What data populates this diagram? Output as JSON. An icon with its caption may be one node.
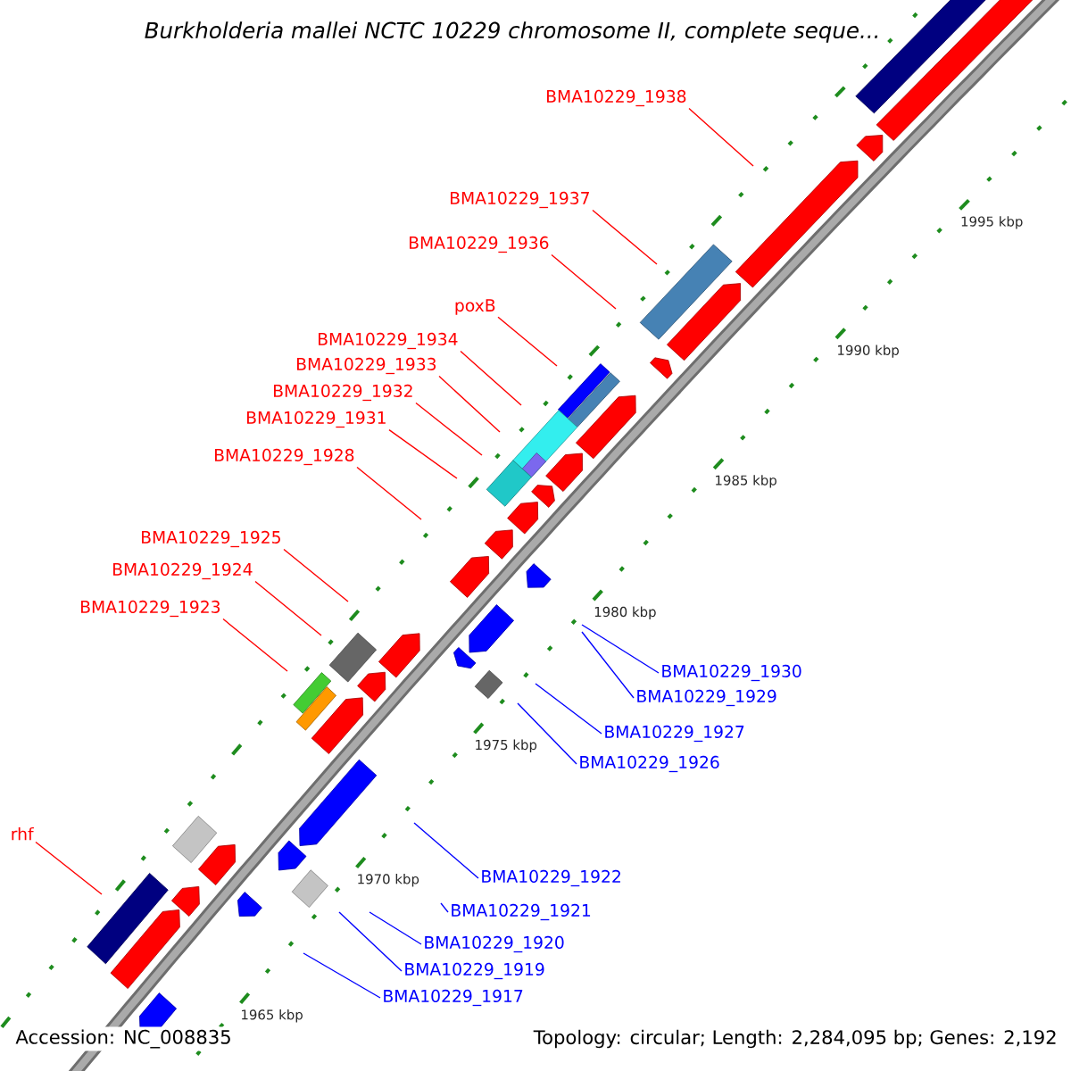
{
  "diagram": {
    "title": "Burkholderia mallei NCTC 10229 chromosome II, complete seque...",
    "nodes": [
      {
        "text": [
          "BMA10229_1938"
        ]
      },
      {
        "text": [
          "BMA10229_1937"
        ]
      },
      {
        "text": [
          "BMA10229_1936"
        ]
      },
      {
        "text": [
          "poxB"
        ]
      },
      {
        "text": [
          "BMA10229_1934"
        ]
      },
      {
        "text": [
          "BMA10229_1933"
        ]
      },
      {
        "text": [
          "BMA10229_1932"
        ]
      },
      {
        "text": [
          "BMA10229_1931"
        ]
      },
      {
        "text": [
          "BMA10229_1928"
        ]
      },
      {
        "text": [
          "BMA10229_1925"
        ]
      },
      {
        "text": [
          "BMA10229_1924"
        ]
      },
      {
        "text": [
          "BMA10229_1923"
        ]
      },
      {
        "text": [
          "BMA10229_1930"
        ]
      },
      {
        "text": [
          "BMA10229_1929"
        ]
      },
      {
        "text": [
          "BMA10229_1927"
        ]
      },
      {
        "text": [
          "BMA10229_1926"
        ]
      },
      {
        "text": [
          "rhf"
        ]
      },
      {
        "text": [
          "BMA10229_1922"
        ]
      },
      {
        "text": [
          "BMA10229_1921"
        ]
      },
      {
        "text": [
          "BMA10229_1920"
        ]
      },
      {
        "text": [
          "BMA10229_1919"
        ]
      },
      {
        "text": [
          "BMA10229_1917"
        ]
      }
    ],
    "edges": [
      {
        "from": 0,
        "to": null,
        "arrow": "none"
      },
      {
        "from": 1,
        "to": null,
        "arrow": "none"
      },
      {
        "from": 2,
        "to": null,
        "arrow": "none"
      },
      {
        "from": 3,
        "to": null,
        "arrow": "none"
      },
      {
        "from": 4,
        "to": null,
        "arrow": "none"
      },
      {
        "from": 5,
        "to": null,
        "arrow": "none"
      },
      {
        "from": 6,
        "to": null,
        "arrow": "none"
      },
      {
        "from": 7,
        "to": null,
        "arrow": "none"
      },
      {
        "from": 8,
        "to": null,
        "arrow": "none"
      },
      {
        "from": 9,
        "to": null,
        "arrow": "none"
      },
      {
        "from": 10,
        "to": null,
        "arrow": "none"
      },
      {
        "from": 11,
        "to": null,
        "arrow": "none"
      },
      {
        "from": 12,
        "to": null,
        "arrow": "none",
        "color": "#0000ff"
      },
      {
        "from": 13,
        "to": null,
        "arrow": "none",
        "color": "#0000ff"
      },
      {
        "from": 14,
        "to": null,
        "arrow": "none",
        "color": "#0000ff"
      },
      {
        "from": 15,
        "to": null,
        "arrow": "none",
        "color": "#0000ff"
      },
      {
        "from": 16,
        "to": null,
        "arrow": "none"
      },
      {
        "from": 17,
        "to": null,
        "arrow": "none",
        "color": "#0000ff"
      },
      {
        "from": 18,
        "to": null,
        "arrow": "none",
        "color": "#0000ff"
      },
      {
        "from": 19,
        "to": null,
        "arrow": "none",
        "color": "#0000ff"
      },
      {
        "from": 20,
        "to": null,
        "arrow": "none",
        "color": "#0000ff"
      },
      {
        "from": 21,
        "to": null,
        "arrow": "none",
        "color": "#0000ff"
      }
    ],
    "labels": [
      "1995 kbp",
      "1990 kbp",
      "1985 kbp",
      "1980 kbp",
      "1975 kbp",
      "1970 kbp",
      "1965 kbp",
      "Accession: NC_008835",
      "Topology: circular; Length: 2,284,095 bp; Genes: 2,192"
    ]
  }
}
